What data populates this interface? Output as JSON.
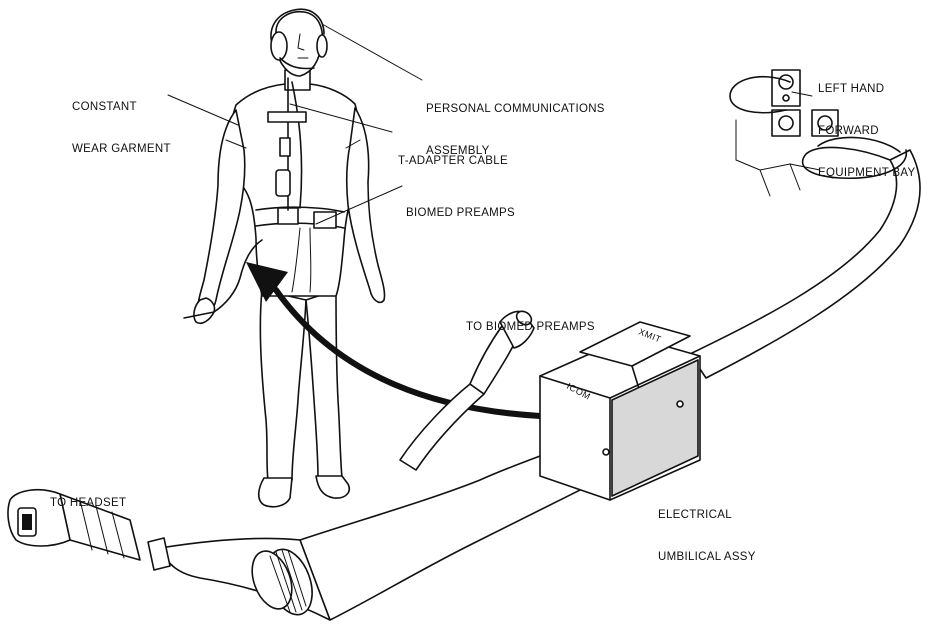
{
  "labels": {
    "constant_wear_garment": [
      "CONSTANT",
      "WEAR GARMENT"
    ],
    "personal_comm": [
      "PERSONAL COMMUNICATIONS",
      "ASSEMBLY"
    ],
    "t_adapter": [
      "T-ADAPTER CABLE"
    ],
    "biomed_preamps": [
      "BIOMED PREAMPS"
    ],
    "left_hand_bay": [
      "LEFT HAND",
      "FORWARD",
      "EQUIPMENT BAY"
    ],
    "to_biomed_preamps": [
      "TO BIOMED PREAMPS"
    ],
    "to_headset": [
      "TO HEADSET"
    ],
    "electrical_umbilical": [
      "ELECTRICAL",
      "UMBILICAL ASSY"
    ]
  },
  "box_markings": {
    "xmit": "XMIT",
    "icom": "ICOM"
  }
}
